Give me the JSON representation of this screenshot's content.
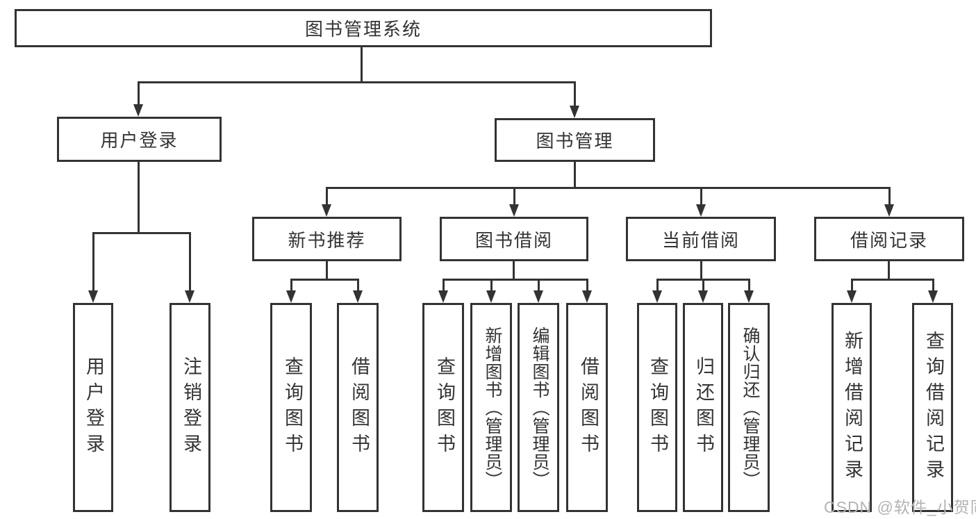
{
  "diagram_title": "图书管理系统",
  "tree": {
    "label": "图书管理系统",
    "children": [
      {
        "label": "用户登录",
        "children": [
          {
            "label": "用户登录"
          },
          {
            "label": "注销登录"
          }
        ]
      },
      {
        "label": "图书管理",
        "children": [
          {
            "label": "新书推荐",
            "children": [
              {
                "label": "查询图书"
              },
              {
                "label": "借阅图书"
              }
            ]
          },
          {
            "label": "图书借阅",
            "children": [
              {
                "label": "查询图书"
              },
              {
                "label": "新增图书（管理员）"
              },
              {
                "label": "编辑图书（管理员）"
              },
              {
                "label": "借阅图书"
              }
            ]
          },
          {
            "label": "当前借阅",
            "children": [
              {
                "label": "查询图书"
              },
              {
                "label": "归还图书"
              },
              {
                "label": "确认归还（管理员）"
              }
            ]
          },
          {
            "label": "借阅记录",
            "children": [
              {
                "label": "新增借阅记录"
              },
              {
                "label": "查询借阅记录"
              }
            ]
          }
        ]
      }
    ]
  },
  "watermark": {
    "text": "CSDN @软件_小贺同学"
  },
  "colors": {
    "line": "#333333",
    "box_border": "#333333",
    "text": "#333333",
    "background": "#ffffff",
    "watermark": "#b3b3b3"
  }
}
